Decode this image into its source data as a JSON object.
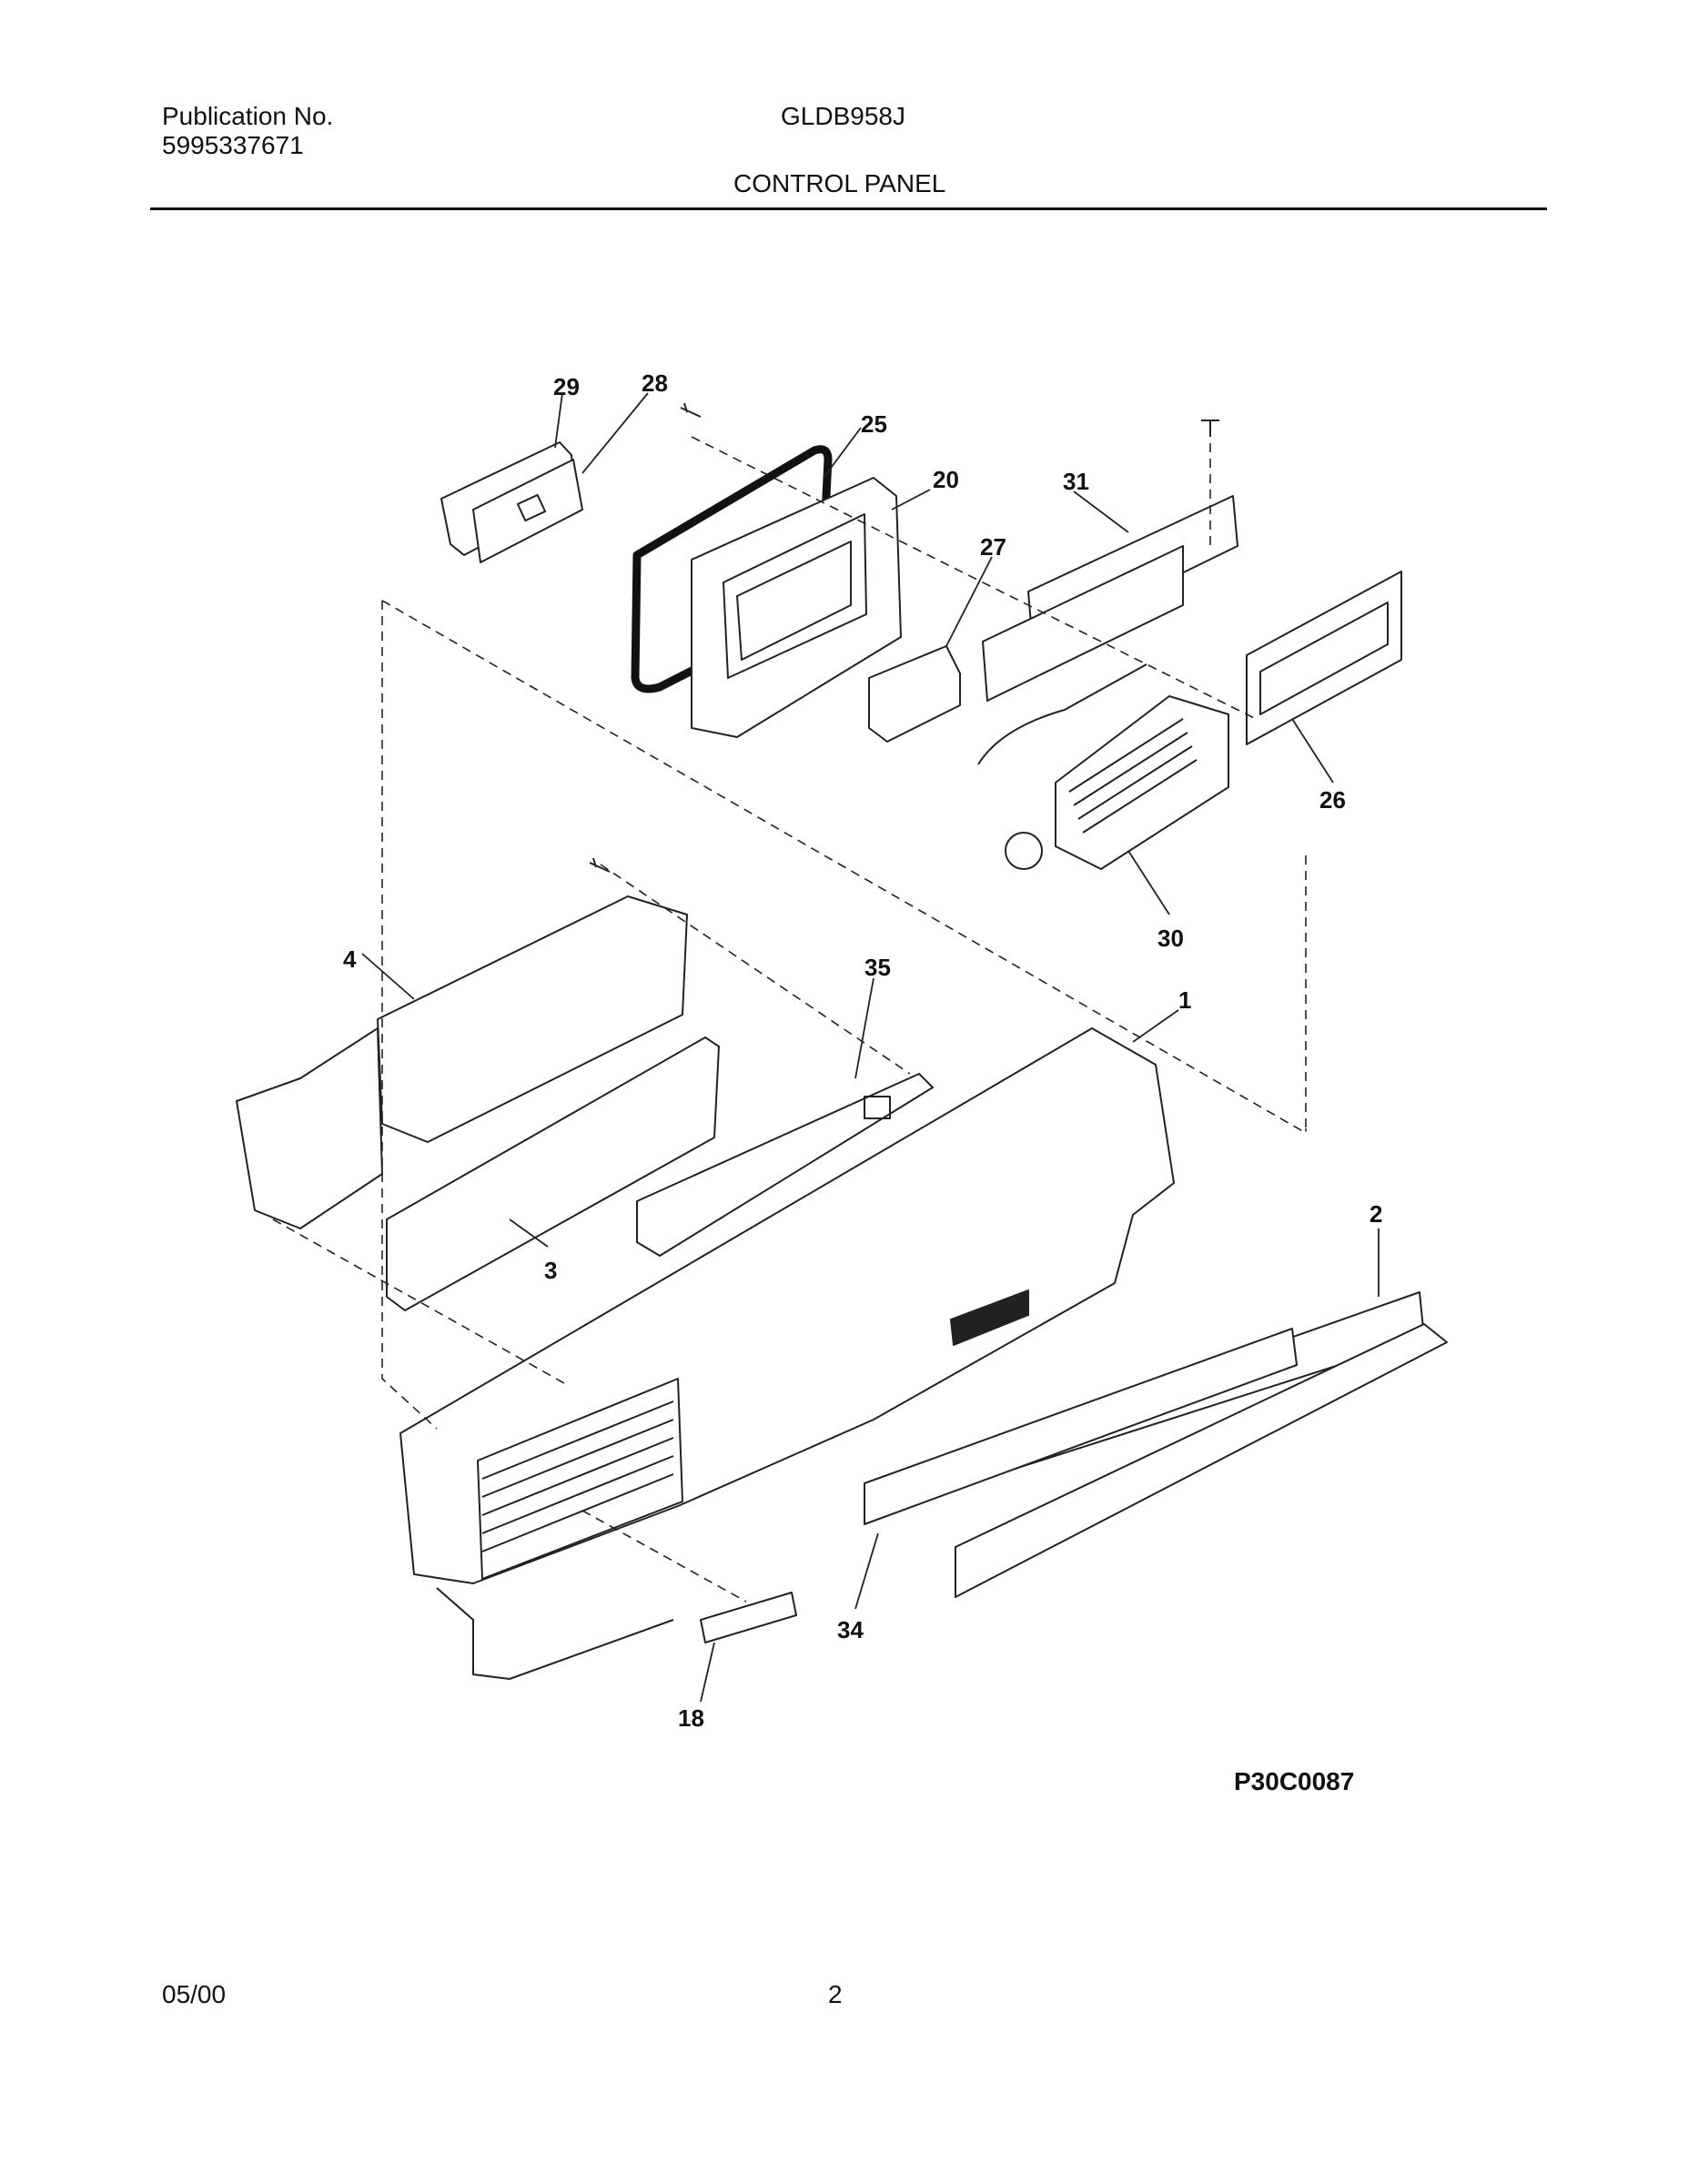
{
  "header": {
    "publication_label": "Publication No.",
    "publication_number": "5995337671",
    "model": "GLDB958J",
    "section_title": "CONTROL PANEL"
  },
  "diagram": {
    "code": "P30C0087",
    "callouts": [
      "29",
      "28",
      "25",
      "20",
      "31",
      "27",
      "26",
      "30",
      "4",
      "35",
      "1",
      "3",
      "2",
      "34",
      "18"
    ]
  },
  "footer": {
    "date": "05/00",
    "page": "2"
  }
}
